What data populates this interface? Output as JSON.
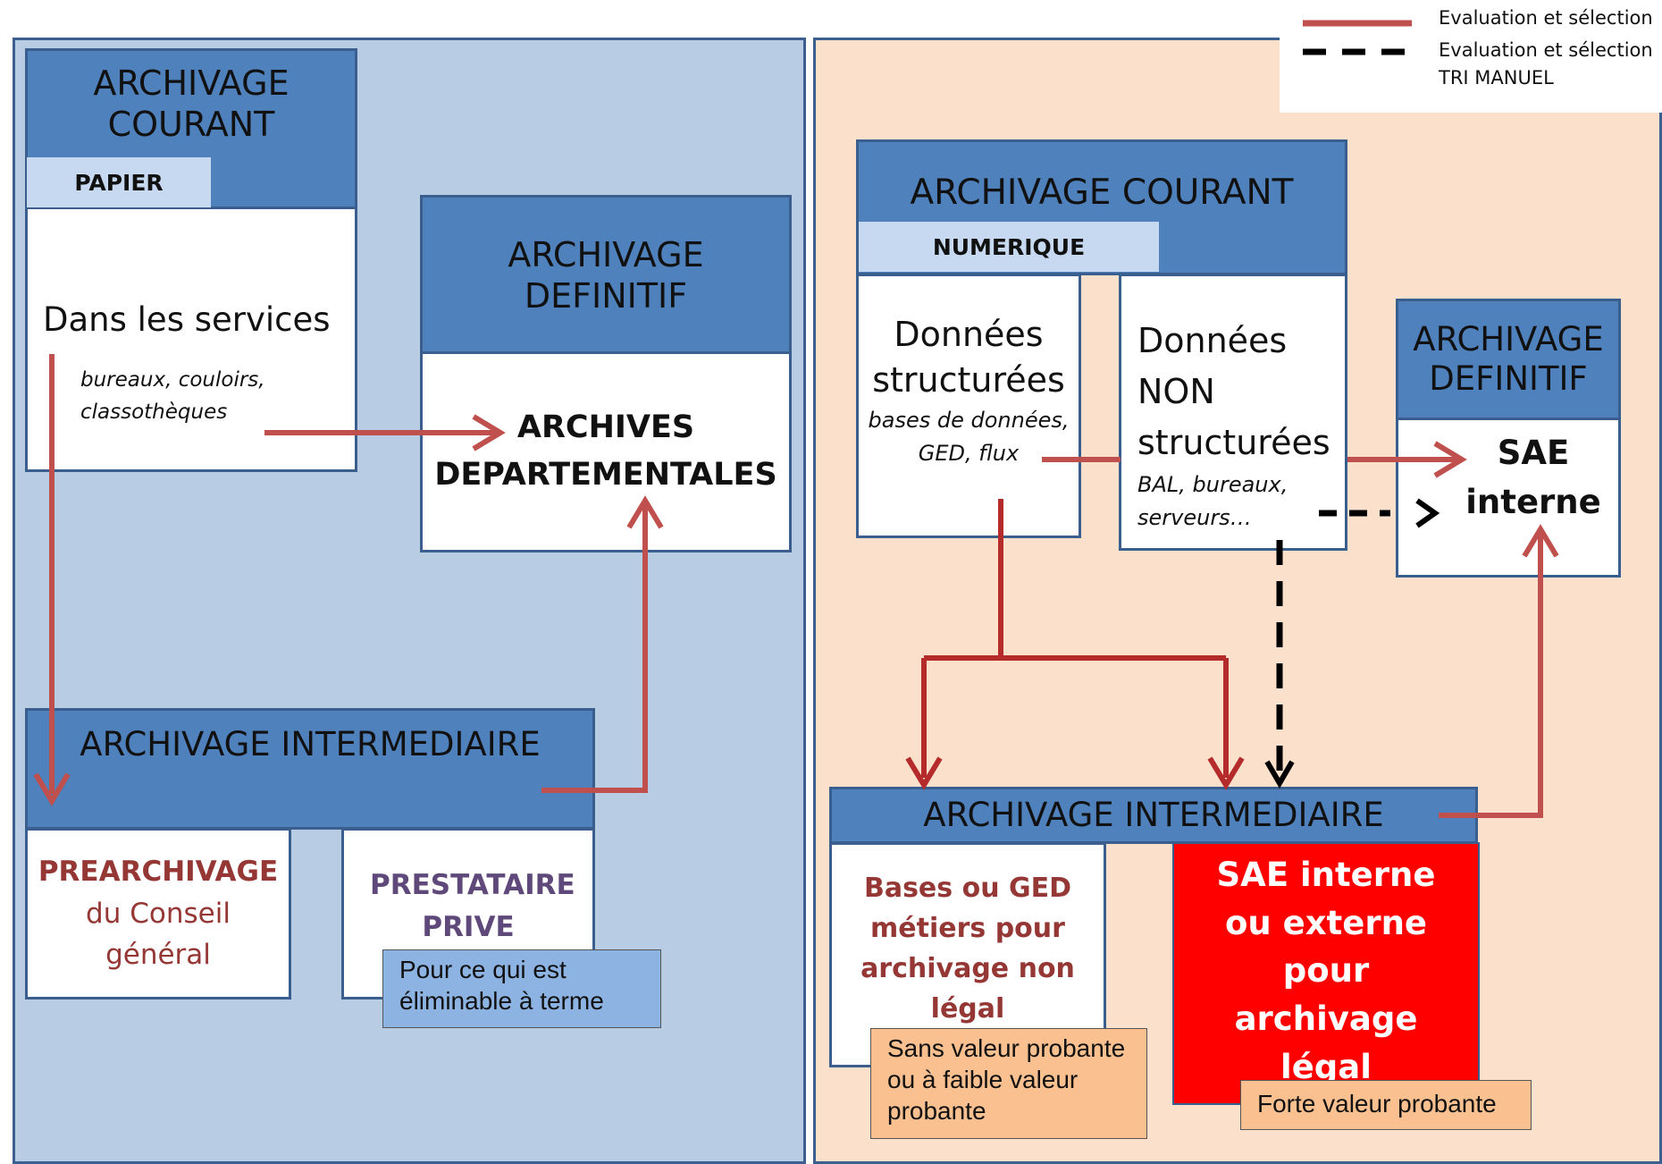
{
  "legend": {
    "solid_label": "Evaluation et sélection",
    "dashed_label": "Evaluation et sélection",
    "dashed_label_2": "TRI MANUEL"
  },
  "left": {
    "courant": {
      "title": "ARCHIVAGE COURANT",
      "tag": "PAPIER",
      "main": "Dans les services",
      "sub": "bureaux, couloirs, classothèques"
    },
    "definitif": {
      "title": "ARCHIVAGE DEFINITIF",
      "body": "ARCHIVES DEPARTEMENTALES"
    },
    "intermediaire": {
      "title": "ARCHIVAGE INTERMEDIAIRE",
      "prearch_title": "PREARCHIVAGE",
      "prearch_sub": "du Conseil général",
      "prestataire": "PRESTATAIRE PRIVE",
      "note": "Pour ce qui est éliminable à terme"
    }
  },
  "right": {
    "courant": {
      "title": "ARCHIVAGE COURANT",
      "tag": "NUMERIQUE",
      "struct_title": "Données structurées",
      "struct_sub": "bases de données, GED, flux",
      "nonstruct_title": "Données NON structurées",
      "nonstruct_sub": "BAL, bureaux, serveurs…"
    },
    "definitif": {
      "title": "ARCHIVAGE DEFINITIF",
      "body": "SAE interne"
    },
    "intermediaire": {
      "title": "ARCHIVAGE INTERMEDIAIRE",
      "bases": "Bases ou GED métiers pour archivage non légal",
      "sae": "SAE interne ou externe pour archivage légal",
      "note_low": "Sans valeur probante ou à faible valeur probante",
      "note_high": "Forte valeur probante"
    }
  },
  "colors": {
    "header_blue": "#4f81bd",
    "left_panel": "#b8cce4",
    "right_panel": "#fbe0cb",
    "arrow_red": "#c0504d",
    "sae_red": "#ff0000",
    "dark_red_text": "#953735",
    "purple_text": "#5f497a",
    "note_blue": "#8db3e2",
    "note_orange": "#fac090"
  }
}
